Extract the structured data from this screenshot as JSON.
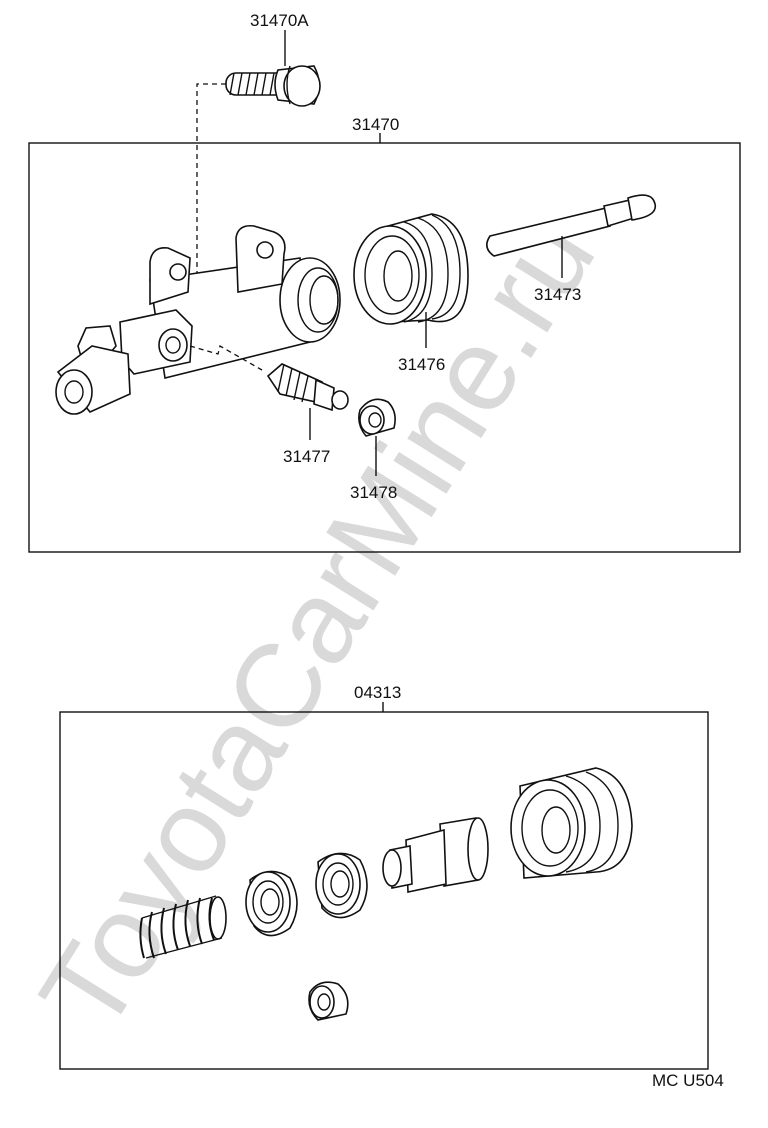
{
  "watermark": "ToyotaCarMine.ru",
  "upper_box": {
    "assembly_label": "31470",
    "parts": {
      "bolt": "31470A",
      "push_rod": "31473",
      "boot": "31476",
      "bleeder_plug": "31477",
      "cap": "31478"
    }
  },
  "lower_box": {
    "kit_label": "04313"
  },
  "diagram_code": "MC U504"
}
